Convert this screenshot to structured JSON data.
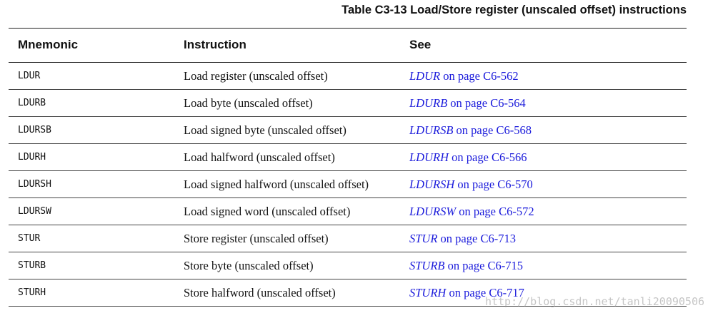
{
  "caption": "Table C3-13 Load/Store register (unscaled offset) instructions",
  "headers": {
    "mnemonic": "Mnemonic",
    "instruction": "Instruction",
    "see": "See"
  },
  "link_suffix": " on page ",
  "rows": [
    {
      "mnemonic": "LDUR",
      "instruction": "Load register (unscaled offset)",
      "see_name": "LDUR",
      "see_page": "C6-562"
    },
    {
      "mnemonic": "LDURB",
      "instruction": "Load byte (unscaled offset)",
      "see_name": "LDURB",
      "see_page": "C6-564"
    },
    {
      "mnemonic": "LDURSB",
      "instruction": "Load signed byte (unscaled offset)",
      "see_name": "LDURSB",
      "see_page": "C6-568"
    },
    {
      "mnemonic": "LDURH",
      "instruction": "Load halfword (unscaled offset)",
      "see_name": "LDURH",
      "see_page": "C6-566"
    },
    {
      "mnemonic": "LDURSH",
      "instruction": "Load signed halfword (unscaled offset)",
      "see_name": "LDURSH",
      "see_page": "C6-570"
    },
    {
      "mnemonic": "LDURSW",
      "instruction": "Load signed word (unscaled offset)",
      "see_name": "LDURSW",
      "see_page": "C6-572"
    },
    {
      "mnemonic": "STUR",
      "instruction": "Store register (unscaled offset)",
      "see_name": "STUR",
      "see_page": "C6-713"
    },
    {
      "mnemonic": "STURB",
      "instruction": "Store byte (unscaled offset)",
      "see_name": "STURB",
      "see_page": "C6-715"
    },
    {
      "mnemonic": "STURH",
      "instruction": "Store halfword (unscaled offset)",
      "see_name": "STURH",
      "see_page": "C6-717"
    }
  ],
  "watermark": "http://blog.csdn.net/tanli20090506",
  "colors": {
    "link": "#1a1adb",
    "text": "#111111",
    "rule": "#222222"
  }
}
